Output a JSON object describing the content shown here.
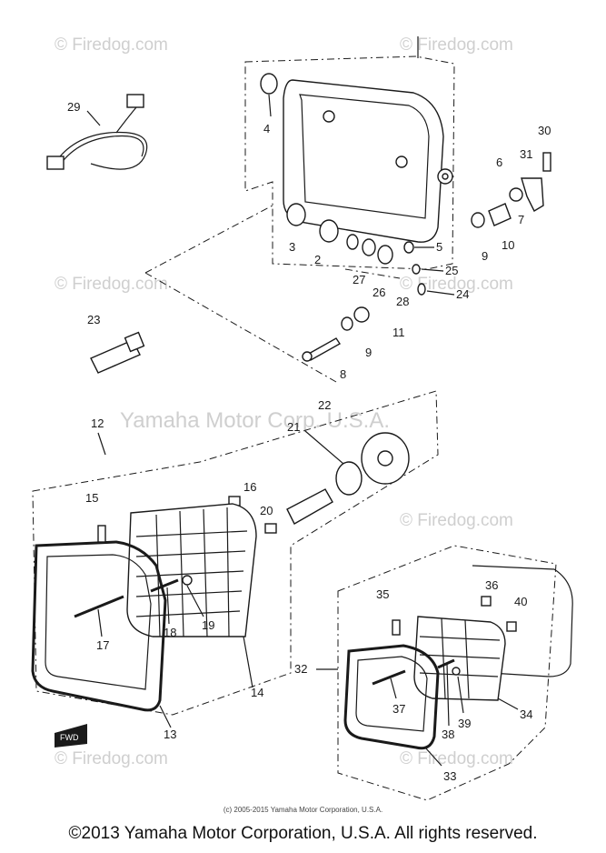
{
  "watermarks": {
    "firedog": "© Firedog.com",
    "firedog_short": "© Firedog.com",
    "yamaha": "Yamaha Motor Corp. U.S.A."
  },
  "callouts": {
    "n1": "2",
    "n2": "3",
    "n3": "4",
    "n4": "5",
    "n5": "6",
    "n6": "7",
    "n7": "8",
    "n8": "9",
    "n9": "9",
    "n10": "10",
    "n11": "11",
    "n12": "12",
    "n13": "13",
    "n14": "14",
    "n15": "15",
    "n16": "16",
    "n17": "17",
    "n18": "18",
    "n19": "19",
    "n20": "20",
    "n21": "21",
    "n22": "22",
    "n23": "23",
    "n24": "24",
    "n25": "25",
    "n26": "26",
    "n27": "27",
    "n28": "28",
    "n29": "29",
    "n30": "30",
    "n31": "31",
    "n32": "32",
    "n33": "33",
    "n34": "34",
    "n35": "35",
    "n36": "36",
    "n37": "37",
    "n38": "38",
    "n39": "39",
    "n40": "40"
  },
  "fwd_label": "FWD",
  "small_caption": "(c) 2005-2015 Yamaha Motor Corporation, U.S.A.",
  "footer": "©2013 Yamaha Motor Corporation, U.S.A. All rights reserved."
}
